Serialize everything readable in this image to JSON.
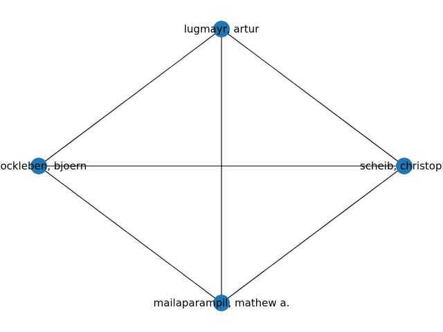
{
  "graph": {
    "node_color": "#1f77b4",
    "edge_color": "#000000",
    "nodes": [
      {
        "id": "top",
        "label": "lugmayr, artur"
      },
      {
        "id": "left",
        "label": "stockleben, bjoern"
      },
      {
        "id": "right",
        "label": "scheib, christoph"
      },
      {
        "id": "bottom",
        "label": "mailaparampil, mathew a."
      }
    ],
    "edges": [
      {
        "source": "top",
        "target": "left"
      },
      {
        "source": "top",
        "target": "right"
      },
      {
        "source": "top",
        "target": "bottom"
      },
      {
        "source": "left",
        "target": "right"
      },
      {
        "source": "left",
        "target": "bottom"
      },
      {
        "source": "right",
        "target": "bottom"
      }
    ]
  }
}
